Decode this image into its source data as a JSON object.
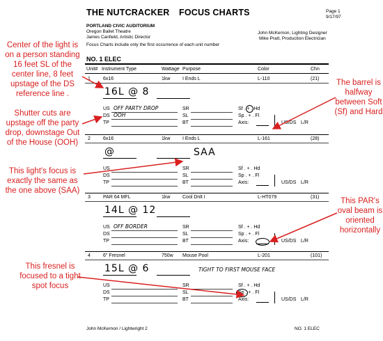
{
  "header": {
    "title": "THE NUTCRACKER",
    "subtitle": "FOCUS CHARTS",
    "page": "Page 1",
    "date": "9/17/97",
    "venue": "PORTLAND CIVIC AUDITORIUM",
    "company": "Oregon Ballet Theatre",
    "director": "James Canfield, Artistic Director",
    "designer": "John McKernon, Lighting Designer",
    "electrician": "Mike Pratt, Production Electrician",
    "note": "Focus Charts include only the first occurrence of each unit number"
  },
  "position": "NO. 1 ELEC",
  "columns": [
    "Unit#",
    "Instrument Type",
    "Wattage",
    "Purpose",
    "Color",
    "Chn"
  ],
  "units": [
    {
      "unit": "1",
      "type": "6x16",
      "watt": "1kw",
      "purpose": "I Ends L",
      "color": "L-110",
      "chn": "(21)",
      "focus": "16L @ 8",
      "us_note": "OFF PARTY DROP",
      "ds_note": "OOH",
      "mark": "circle-mid",
      "axis": "",
      "extra": ""
    },
    {
      "unit": "2",
      "type": "6x16",
      "watt": "1kw",
      "purpose": "I Ends L",
      "color": "L-161",
      "chn": "(28)",
      "focus": "@",
      "us_note": "",
      "ds_note": "",
      "mark": "",
      "axis": "",
      "extra": "SAA"
    },
    {
      "unit": "3",
      "type": "PAR 64 MFL",
      "watt": "1kw",
      "purpose": "Cool Dnlt I",
      "color": "L-HT079",
      "chn": "(31)",
      "focus": "14L @ 12",
      "us_note": "OFF BORDER",
      "ds_note": "",
      "mark": "",
      "axis": "oval",
      "extra": ""
    },
    {
      "unit": "4",
      "type": "6\" Fresnel",
      "watt": "750w",
      "purpose": "Mouse Pool",
      "color": "L-201",
      "chn": "(101)",
      "focus": "15L @ 6",
      "us_note": "",
      "ds_note": "",
      "mark": "circle-sp",
      "axis": "",
      "extra": "TIGHT TO FIRST MOUSE FACE"
    }
  ],
  "labels": {
    "us": "US",
    "ds": "DS",
    "tp": "TP",
    "sr": "SR",
    "sl": "SL",
    "bt": "BT",
    "sf": "Sf . + . Hd",
    "sp": "Sp . + . Fl",
    "axis": "Axis:",
    "usds": "US/DS",
    "lr": "L/R"
  },
  "annotations": {
    "a1": "Center of the light is on a person standing 16 feet SL of the center line, 8 feet upstage of the DS reference line .",
    "a2": "Shutter cuts are upstage off the party drop, downstage Out of the House (OOH)",
    "a3": "This light's focus is exactly the same as the one above (SAA)",
    "a4": "This fresnel is focused to a tight spot focus",
    "b1": "The barrel is halfway between Soft (Sf) and Hard",
    "b2": "This PAR's oval beam is oriented horizontally"
  },
  "footer": {
    "left": "John McKernon / Lightwright 2",
    "right": "NO. 1 ELEC"
  },
  "colors": {
    "annotation": "#d92020",
    "ink": "#000000"
  }
}
